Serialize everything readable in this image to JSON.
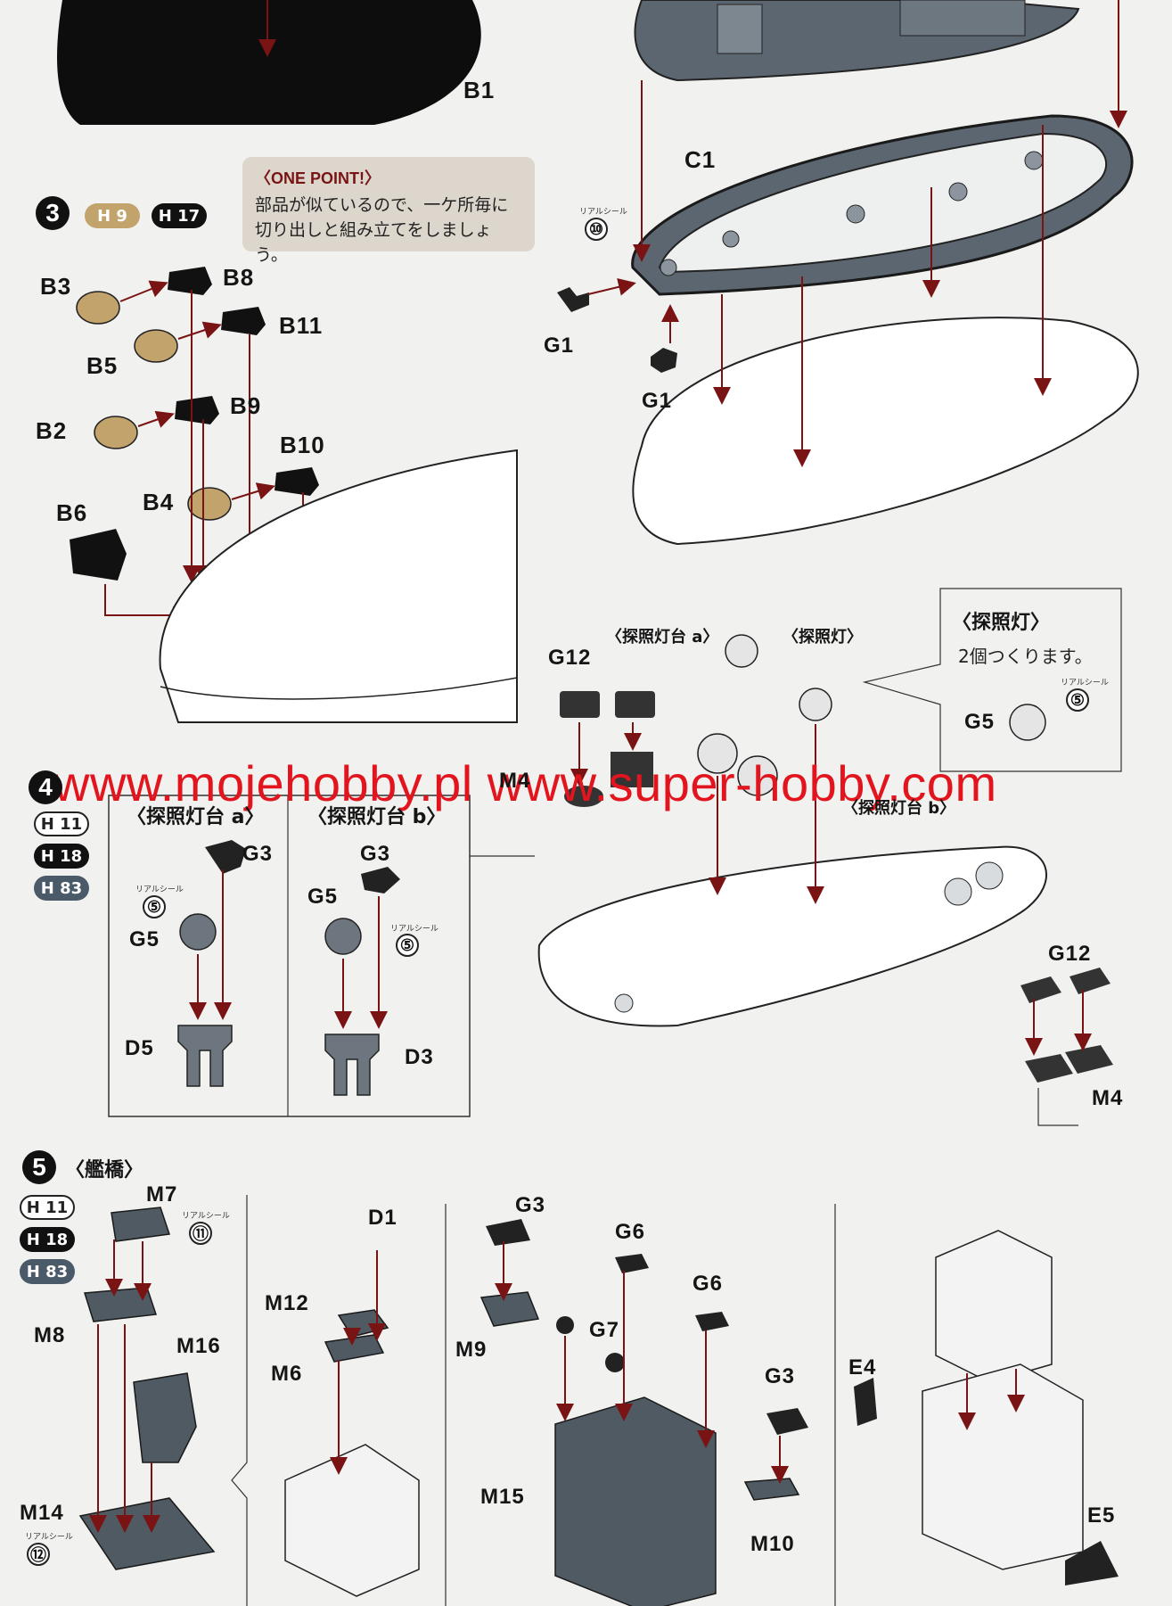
{
  "watermark": "www.mojehobby.pl www.super-hobby.com",
  "one_point": {
    "title": "〈ONE POINT!〉",
    "text_line1": "部品が似ているので、一ケ所毎に",
    "text_line2": "切り出しと組み立てをしましょう。"
  },
  "steps": {
    "s3": "3",
    "s4": "4",
    "s5": "5",
    "s5_title": "〈艦橋〉"
  },
  "paints": {
    "h9": "H 9",
    "h17": "H 17",
    "h11": "H 11",
    "h18": "H 18",
    "h83": "H 83"
  },
  "sub_titles": {
    "searchlight_platform_a": "〈探照灯台 a〉",
    "searchlight_platform_b": "〈探照灯台 b〉",
    "searchlight": "〈探照灯〉",
    "searchlight_callout": "2個つくります。"
  },
  "sticker_caption": "リアルシール",
  "stickers": {
    "s10": "⑩",
    "s5": "⑤",
    "s11": "⑪",
    "s12": "⑫"
  },
  "parts": {
    "B1": "B1",
    "C1": "C1",
    "G1": "G1",
    "B3": "B3",
    "B8": "B8",
    "B11": "B11",
    "B5": "B5",
    "B2": "B2",
    "B9": "B9",
    "B10": "B10",
    "B4": "B4",
    "B6": "B6",
    "G12": "G12",
    "G5": "G5",
    "M4": "M4",
    "G3": "G3",
    "D5": "D5",
    "D3": "D3",
    "M7": "M7",
    "M8": "M8",
    "M16": "M16",
    "M14": "M14",
    "D1": "D1",
    "M12": "M12",
    "M6": "M6",
    "G6": "G6",
    "G7": "G7",
    "M9": "M9",
    "M15": "M15",
    "M10": "M10",
    "E4": "E4",
    "E5": "E5"
  },
  "colors": {
    "gold_paint": "#c2a36b",
    "hull_gray": "#5b6671",
    "bridge_gray": "#4f5a63",
    "arrow_red": "#7a1414",
    "watermark_red": "#e2151f"
  }
}
